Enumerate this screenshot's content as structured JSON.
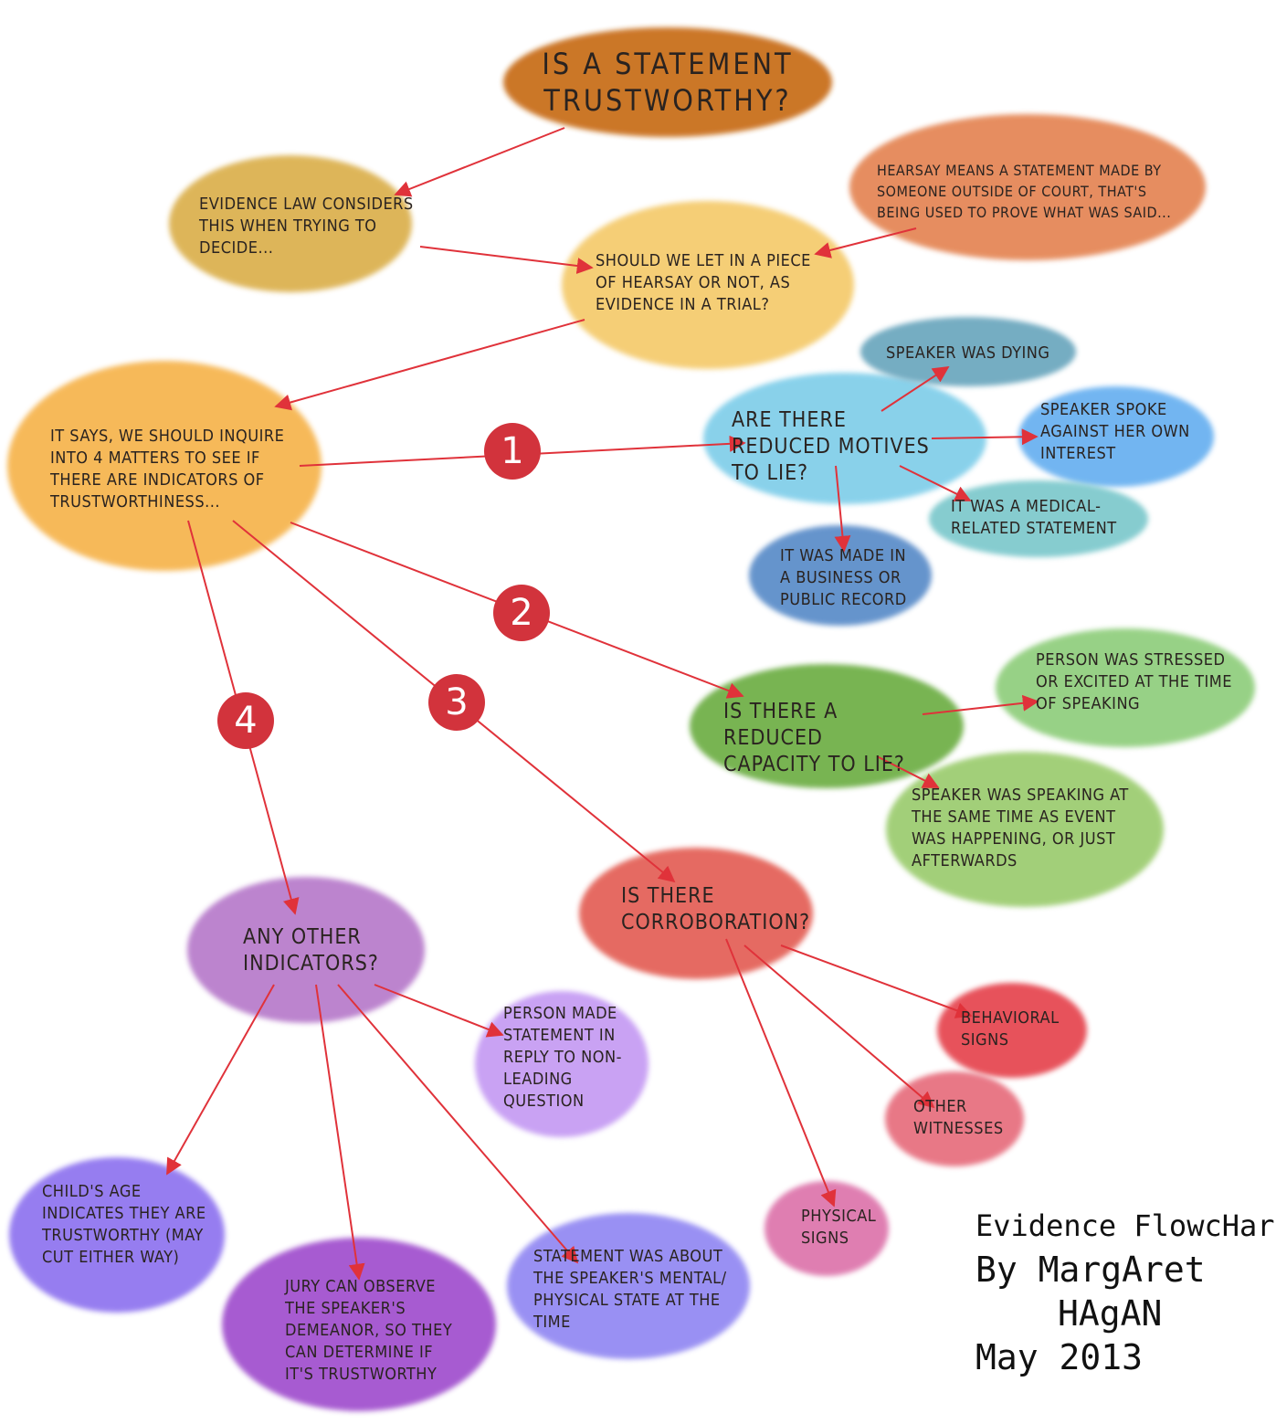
{
  "colors": {
    "arrow": "#e0323a",
    "badge": "#d2333c"
  },
  "nodes": {
    "title": {
      "text": "IS A STATEMENT TRUSTWORTHY?",
      "color": "#c9701f"
    },
    "evidence_law": {
      "text": "EVIDENCE LAW CONSIDERS THIS WHEN TRYING TO DECIDE...",
      "color": "#d8a93c"
    },
    "hearsay_def": {
      "text": "HEARSAY MEANS A STATEMENT MADE BY SOMEONE OUTSIDE OF COURT, THAT'S BEING USED TO PROVE WHAT WAS SAID...",
      "color": "#e27a45"
    },
    "question": {
      "text": "SHOULD WE LET IN A PIECE OF HEARSAY OR NOT, AS EVIDENCE IN A TRIAL?",
      "color": "#f2be4a"
    },
    "inquire": {
      "text": "IT SAYS, WE SHOULD INQUIRE INTO 4 MATTERS TO SEE IF THERE ARE INDICATORS OF TRUSTWORTHINESS...",
      "color": "#f5ad3e"
    },
    "motives": {
      "text": "ARE THERE REDUCED MOTIVES TO LIE?",
      "color": "#6cc6e6"
    },
    "dying": {
      "text": "SPEAKER WAS DYING",
      "color": "#5d9fb8"
    },
    "against_interest": {
      "text": "SPEAKER SPOKE AGAINST HER OWN INTEREST",
      "color": "#5aa9ef"
    },
    "medical": {
      "text": "IT WAS A MEDICAL-RELATED STATEMENT",
      "color": "#67c0c4"
    },
    "business": {
      "text": "IT WAS MADE IN A BUSINESS OR PUBLIC RECORD",
      "color": "#4c82c4"
    },
    "capacity": {
      "text": "IS THERE A REDUCED CAPACITY TO LIE?",
      "color": "#71b04a"
    },
    "stressed": {
      "text": "PERSON WAS STRESSED OR EXCITED AT THE TIME OF SPEAKING",
      "color": "#7ec667"
    },
    "same_time": {
      "text": "SPEAKER WAS SPEAKING AT THE SAME TIME AS EVENT WAS HAPPENING, OR JUST AFTERWARDS",
      "color": "#8cc459"
    },
    "corroboration": {
      "text": "IS THERE CORROBORATION?",
      "color": "#e4645a"
    },
    "behavioral": {
      "text": "BEHAVIORAL SIGNS",
      "color": "#e64a52"
    },
    "other_witnesses": {
      "text": "OTHER WITNESSES",
      "color": "#e66b7a"
    },
    "physical": {
      "text": "PHYSICAL SIGNS",
      "color": "#de78ad"
    },
    "other_indicators": {
      "text": "ANY OTHER INDICATORS?",
      "color": "#b577c9"
    },
    "non_leading": {
      "text": "PERSON MADE STATEMENT IN REPLY TO NON-LEADING QUESTION",
      "color": "#c092f2"
    },
    "childs_age": {
      "text": "CHILD'S AGE INDICATES THEY ARE TRUSTWORTHY (MAY CUT EITHER WAY)",
      "color": "#8b70ef"
    },
    "jury": {
      "text": "JURY CAN OBSERVE THE SPEAKER'S DEMEANOR, SO THEY CAN DETERMINE IF IT'S TRUSTWORTHY",
      "color": "#a352cf"
    },
    "mental_state": {
      "text": "STATEMENT WAS ABOUT THE SPEAKER'S MENTAL/ PHYSICAL STATE AT THE TIME",
      "color": "#8f85f2"
    }
  },
  "badges": [
    "1",
    "2",
    "3",
    "4"
  ],
  "signature": {
    "line1": "Evidence FlowcHart",
    "line2": "By MargAret",
    "line3": "HAgAN",
    "line4": "May 2013"
  }
}
